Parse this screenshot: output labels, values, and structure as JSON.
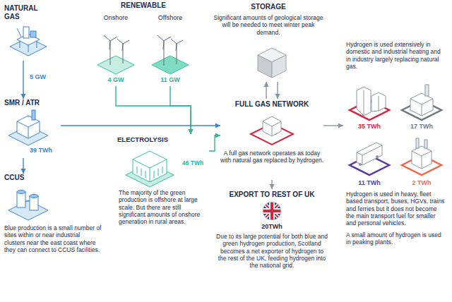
{
  "diagram": {
    "nodes": [
      {
        "text": [
          "NATURAL GAS"
        ]
      },
      {
        "text": [
          "RENEWABLE"
        ]
      },
      {
        "text": [
          "Onshore",
          "4 GW"
        ],
        "in": 1
      },
      {
        "text": [
          "Offshore",
          "11 GW"
        ],
        "in": 1
      },
      {
        "text": [
          "STORAGE",
          "Significant amounts of geological storage will be needed to meet winter peak demand."
        ]
      },
      {
        "text": [
          "SMR / ATR",
          "39 TWh"
        ]
      },
      {
        "text": [
          "CCUS",
          "Blue production is a small number of sites within or near industrial clusters near the east coast where they can connect to CCUS facilities."
        ]
      },
      {
        "text": [
          "ELECTROLYSIS",
          "46 TWh",
          "The majority of the green production is offshore at large scale. But there are still significant amounts of onshore generation in rural areas."
        ]
      },
      {
        "text": [
          "FULL GAS NETWORK",
          "A full gas network operates as today with natural gas replaced by hydrogen."
        ]
      },
      {
        "text": [
          "EXPORT TO REST OF UK",
          "20TWh",
          "Due to its large potential for both blue and green hydrogen production, Scotland becomes a net exporter of hydrogen to the rest of the UK, feeding hydrogen into the national grid."
        ]
      },
      {
        "text": [
          "Hydrogen is used extensively in domestic and industrial heating and in industry largely replacing natural gas.",
          "Hydrogen is used in heavy, fleet based transport, buses, HGVs, trains and ferries but it does not become the main transport fuel for smaller and personal vehicles.",
          "A small amount of hydrogen is used in peaking plants."
        ]
      },
      {
        "text": [
          "35 TWh"
        ],
        "in": 10
      },
      {
        "text": [
          "17 TWh"
        ],
        "in": 10
      },
      {
        "text": [
          "11 TWh"
        ],
        "in": 10
      },
      {
        "text": [
          "2 TWh"
        ],
        "in": 10
      }
    ],
    "edges": [
      {
        "from": 0,
        "to": 5,
        "arrow": "to",
        "label": "5 GW"
      },
      {
        "from": 2,
        "to": 7,
        "arrow": "to"
      },
      {
        "from": 3,
        "to": 7,
        "arrow": "to"
      },
      {
        "from": 5,
        "to": 6,
        "arrow": "to"
      },
      {
        "from": 5,
        "to": 8,
        "arrow": "to"
      },
      {
        "from": 7,
        "to": 8,
        "arrow": "to"
      },
      {
        "from": 4,
        "to": 8,
        "arrow": "to"
      },
      {
        "from": 8,
        "to": 4,
        "arrow": "to"
      },
      {
        "from": 8,
        "to": 9,
        "arrow": "to"
      },
      {
        "from": 8,
        "to": 10,
        "arrow": "to"
      }
    ]
  }
}
